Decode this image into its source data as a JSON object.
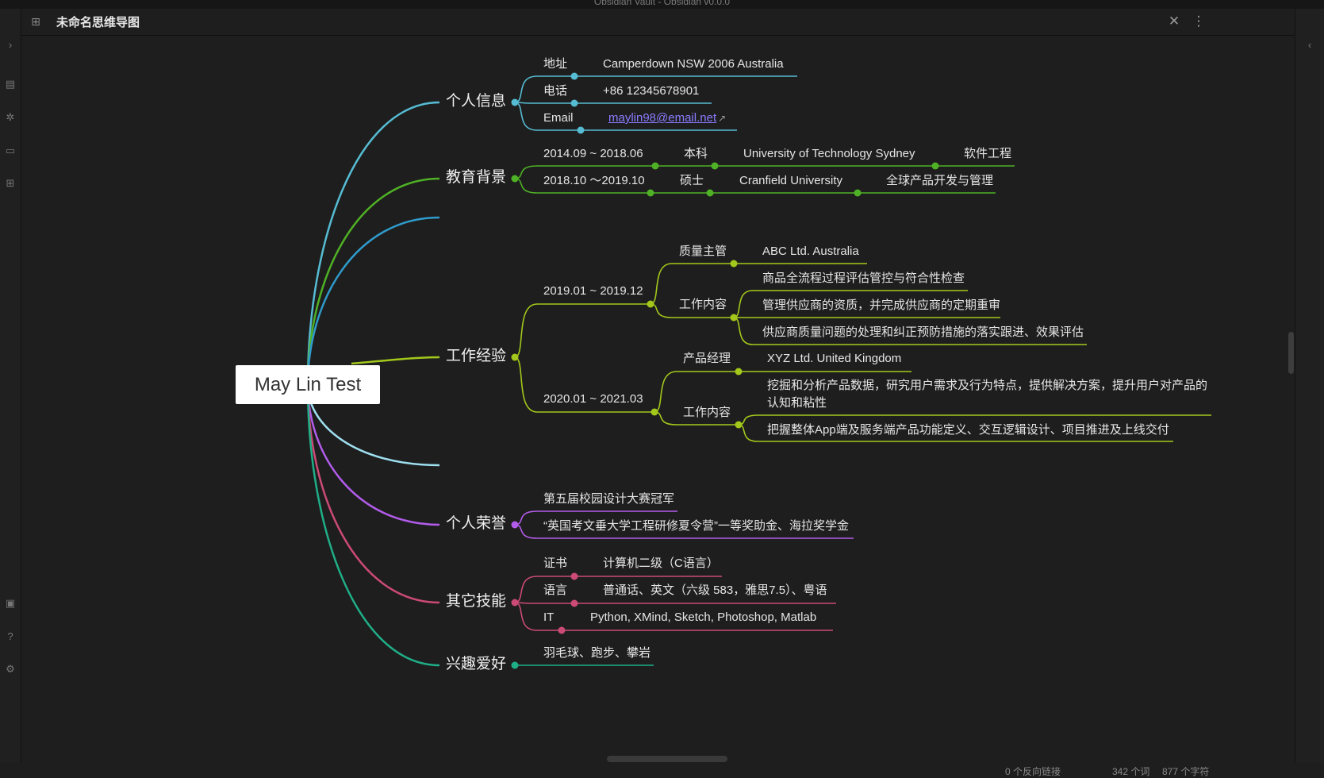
{
  "window_title": "Obsidian Vault - Obsidian v0.0.0",
  "header": {
    "title": "未命名思维导图"
  },
  "status": {
    "backlinks": "0 个反向链接",
    "words": "342 个词",
    "chars": "877 个字符"
  },
  "colors": {
    "info": "#56bcd3",
    "edu": "#4fb125",
    "blank1": "#2f9bcb",
    "work": "#a3c81b",
    "blank2": "#9edff0",
    "honor": "#b35cec",
    "skills": "#cc4a76",
    "hobby": "#1fae87"
  },
  "mindmap": {
    "root": "May Lin Test",
    "info": {
      "label": "个人信息",
      "addr_label": "地址",
      "addr_value": "Camperdown NSW 2006 Australia",
      "phone_label": "电话",
      "phone_value": "+86 12345678901",
      "email_label": "Email",
      "email_value": "maylin98@email.net"
    },
    "edu": {
      "label": "教育背景",
      "r1": {
        "date": "2014.09 ~ 2018.06",
        "degree": "本科",
        "school": "University of Technology Sydney",
        "major": "软件工程"
      },
      "r2": {
        "date": "2018.10 ～2019.10",
        "degree": "硕士",
        "school": "Cranfield University",
        "major": "全球产品开发与管理"
      }
    },
    "work": {
      "label": "工作经验",
      "j1": {
        "date": "2019.01 ~ 2019.12",
        "role": "质量主管",
        "company": "ABC Ltd. Australia",
        "content_label": "工作内容",
        "d1": "商品全流程过程评估管控与符合性检查",
        "d2": "管理供应商的资质，并完成供应商的定期重审",
        "d3": "供应商质量问题的处理和纠正预防措施的落实跟进、效果评估"
      },
      "j2": {
        "date": "2020.01 ~ 2021.03",
        "role": "产品经理",
        "company": "XYZ Ltd. United Kingdom",
        "content_label": "工作内容",
        "d1a": "挖掘和分析产品数据，研究用户需求及行为特点，提供解决方案，提升用户对产品的",
        "d1b": "认知和粘性",
        "d2": "把握整体App端及服务端产品功能定义、交互逻辑设计、项目推进及上线交付"
      }
    },
    "honor": {
      "label": "个人荣誉",
      "h1": "第五届校园设计大赛冠军",
      "h2": "“英国考文垂大学工程研修夏令营”一等奖助金、海拉奖学金"
    },
    "skills": {
      "label": "其它技能",
      "cert_label": "证书",
      "cert_value": "计算机二级（C语言）",
      "lang_label": "语言",
      "lang_value": "普通话、英文（六级 583，雅思7.5）、粤语",
      "it_label": "IT",
      "it_value": "Python, XMind, Sketch, Photoshop, Matlab"
    },
    "hobby": {
      "label": "兴趣爱好",
      "h1": "羽毛球、跑步、攀岩"
    }
  }
}
